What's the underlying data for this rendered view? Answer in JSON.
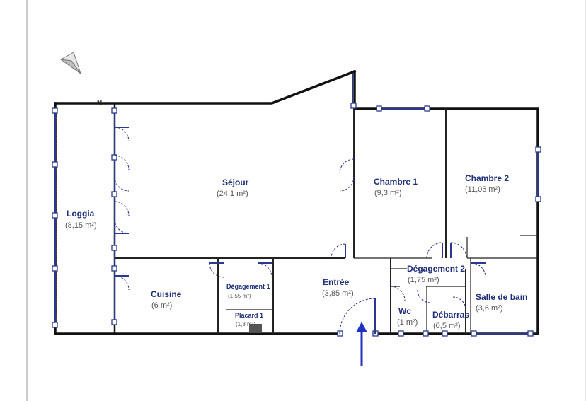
{
  "plan": {
    "north_label": "N",
    "colors": {
      "label": "#1f2f7a",
      "window": "#2a3890",
      "wall": "#111111",
      "area": "#555555"
    },
    "rooms": [
      {
        "id": "loggia",
        "name": "Loggia",
        "area": "(8,15 m²)"
      },
      {
        "id": "sejour",
        "name": "Séjour",
        "area": "(24,1 m²)"
      },
      {
        "id": "chambre1",
        "name": "Chambre 1",
        "area": "(9,3 m²)"
      },
      {
        "id": "chambre2",
        "name": "Chambre 2",
        "area": "(11,05 m²)"
      },
      {
        "id": "cuisine",
        "name": "Cuisine",
        "area": "(6 m²)"
      },
      {
        "id": "degagement1",
        "name": "Dégagement 1",
        "area": "(1,55 m²)"
      },
      {
        "id": "placard1",
        "name": "Placard 1",
        "area": "(1,3 m²)"
      },
      {
        "id": "entree",
        "name": "Entrée",
        "area": "(3,85 m²)"
      },
      {
        "id": "degagement2",
        "name": "Dégagement 2",
        "area": "(1,75 m²)"
      },
      {
        "id": "wc",
        "name": "Wc",
        "area": "(1 m²)"
      },
      {
        "id": "debarras",
        "name": "Débarras",
        "area": "(0,5 m²)"
      },
      {
        "id": "sdb",
        "name": "Salle de bain",
        "area": "(3,6 m²)"
      }
    ]
  }
}
